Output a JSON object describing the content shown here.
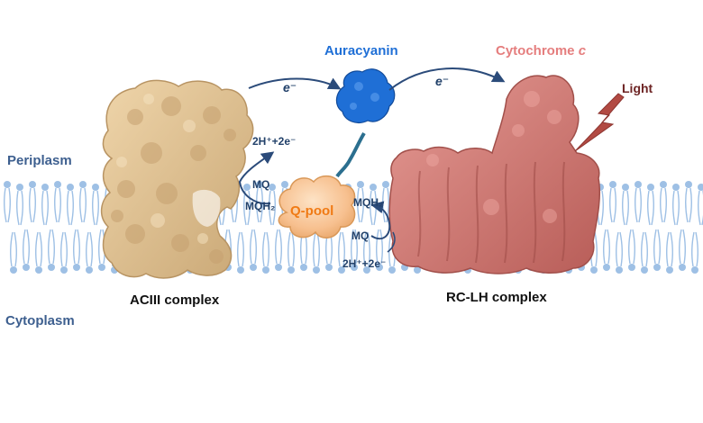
{
  "labels": {
    "periplasm": "Periplasm",
    "cytoplasm": "Cytoplasm",
    "aciii": "ACIII complex",
    "rclh": "RC-LH complex",
    "auracyanin": "Auracyanin",
    "cytochrome": "Cytochrome",
    "cytochrome_suffix": "c",
    "light": "Light",
    "qpool": "Q-pool",
    "mq": "MQ",
    "mqh2": "MQH₂",
    "protons_left": "2H⁺+2e⁻",
    "protons_right": "2H⁺+2e⁻",
    "electron": "e⁻"
  },
  "colors": {
    "aciii": "#e6c89a",
    "rclh": "#d77b76",
    "auracyanin": "#1f6fd6",
    "cytochrome_text": "#e57e7e",
    "light": "#b24a43",
    "qpool": "#f7c08f",
    "qpool_text": "#f07a14",
    "membrane": "#9ec0e5",
    "text_dark": "#22416a"
  }
}
